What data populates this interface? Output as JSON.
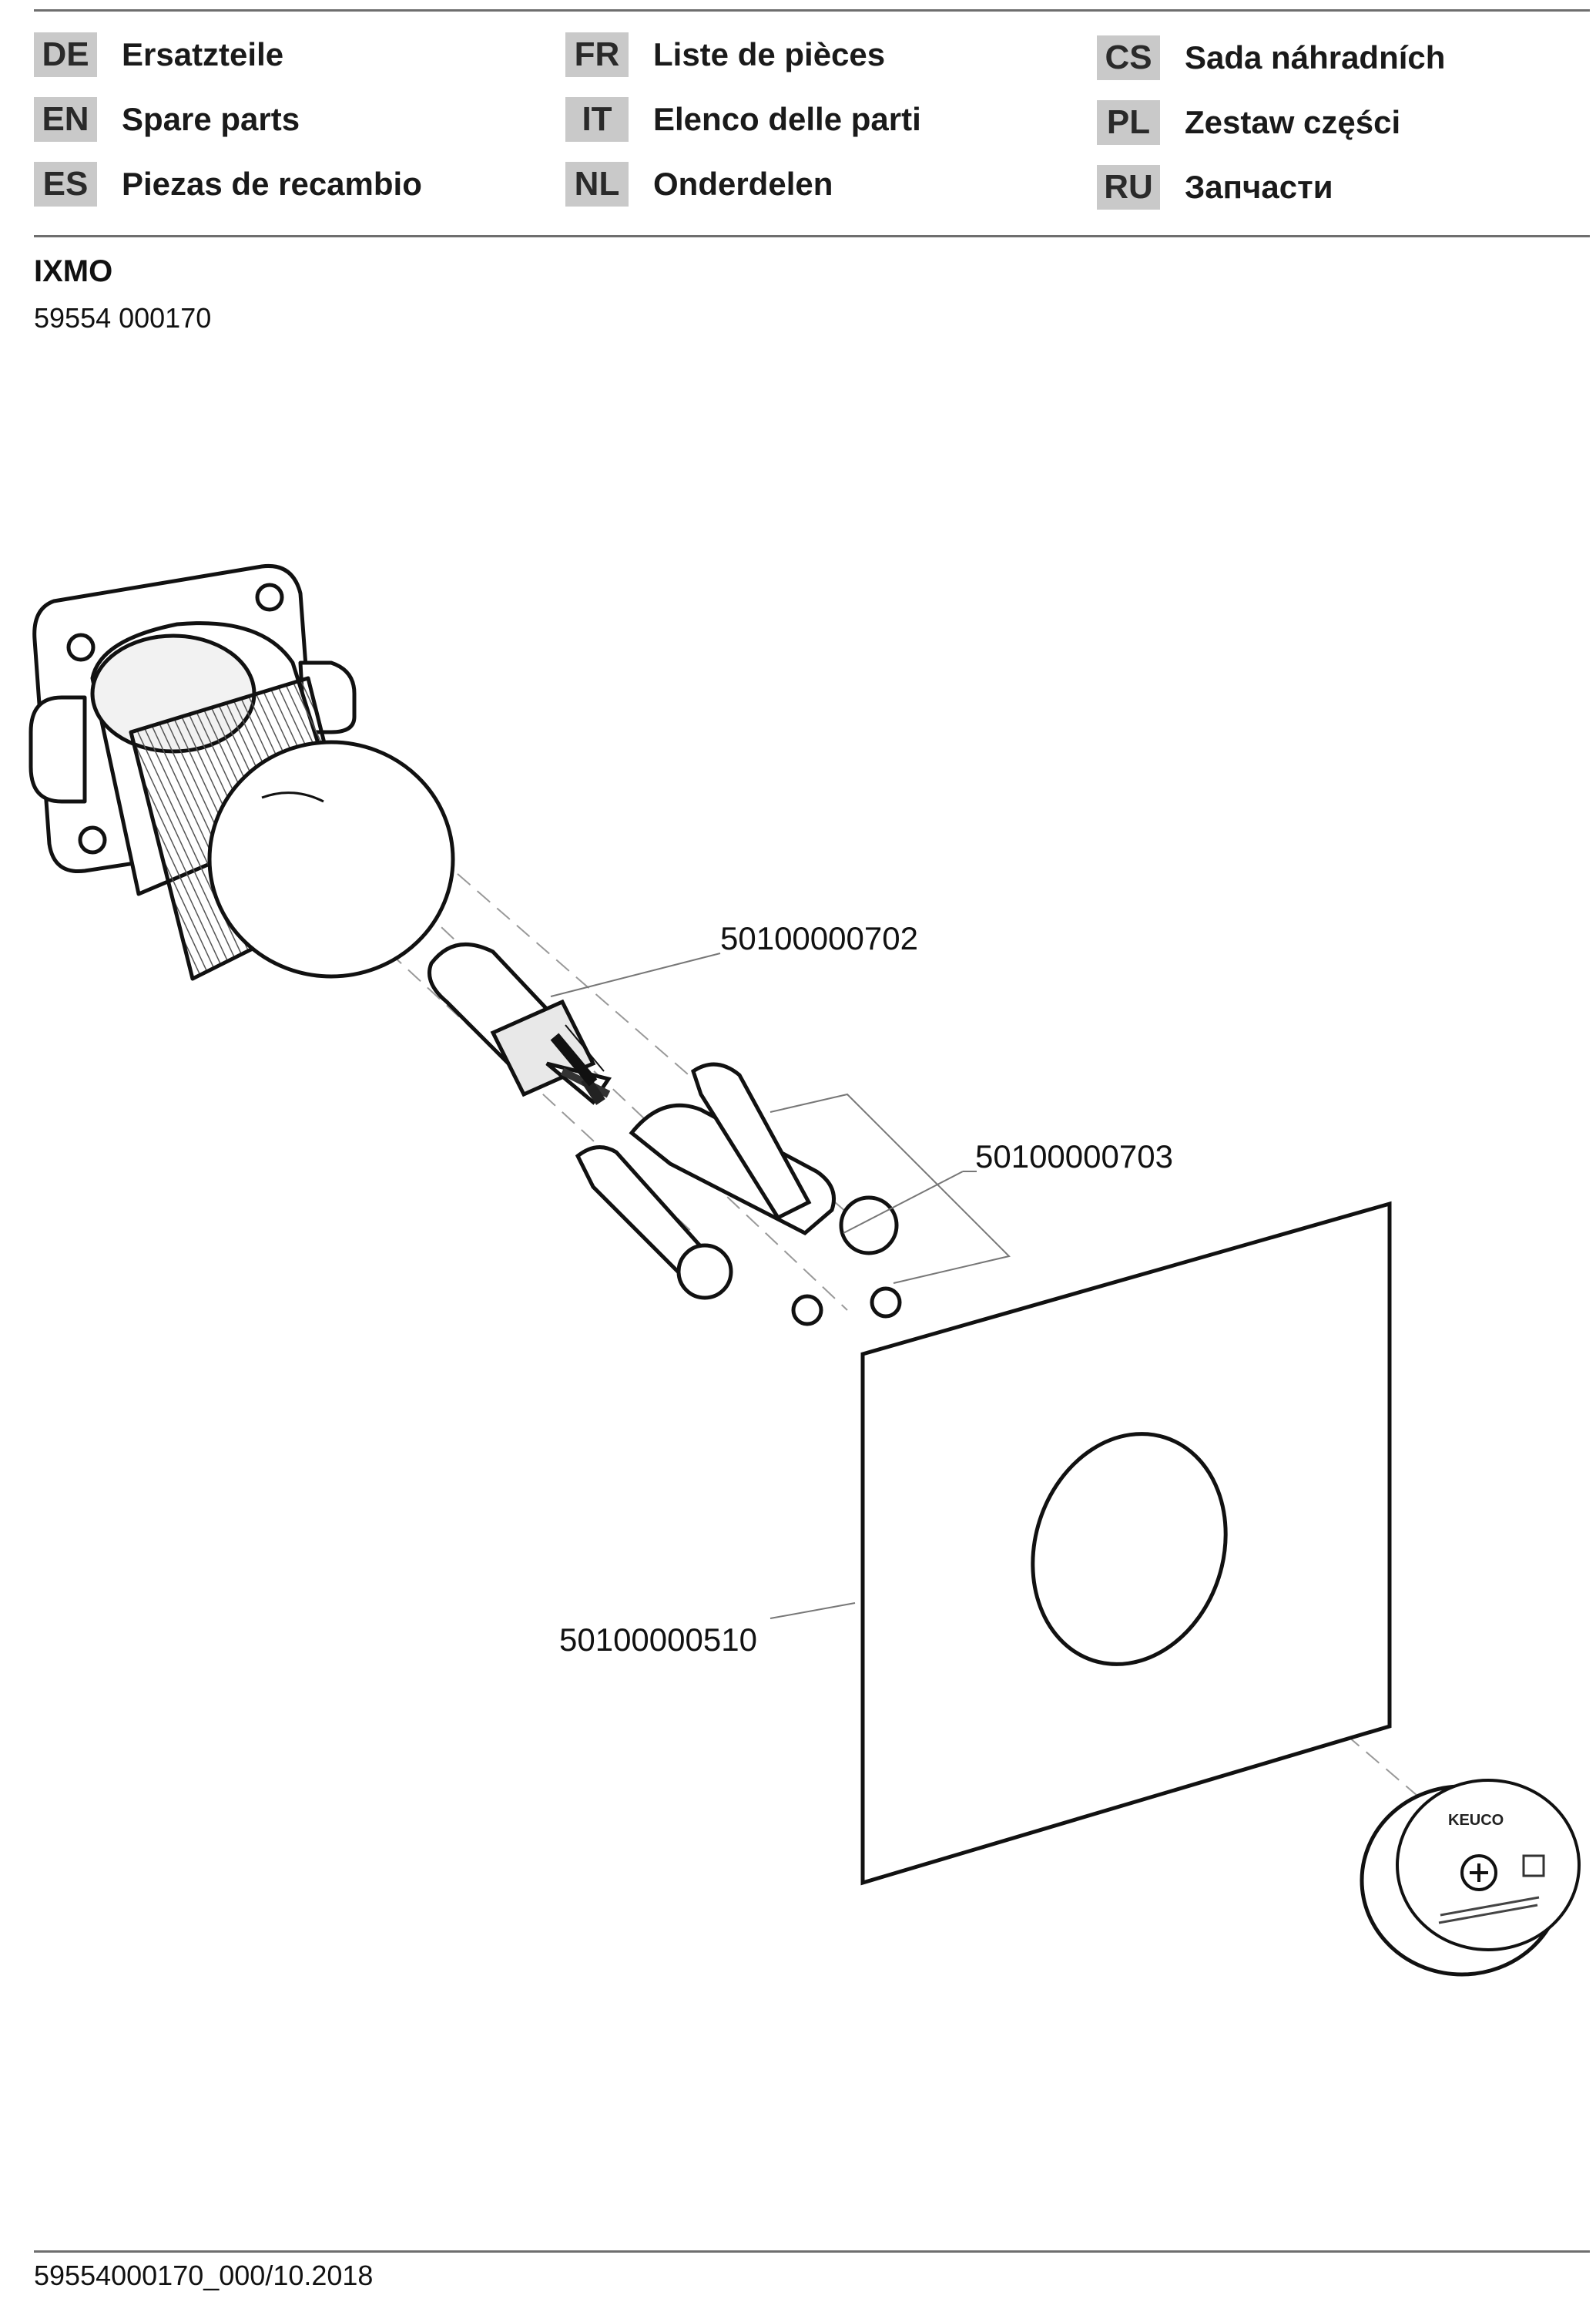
{
  "languages": [
    {
      "code": "DE",
      "label": "Ersatzteile"
    },
    {
      "code": "EN",
      "label": "Spare parts"
    },
    {
      "code": "ES",
      "label": "Piezas de recambio"
    },
    {
      "code": "FR",
      "label": "Liste de pièces"
    },
    {
      "code": "IT",
      "label": "Elenco delle parti"
    },
    {
      "code": "NL",
      "label": "Onderdelen"
    },
    {
      "code": "CS",
      "label": "Sada náhradních"
    },
    {
      "code": "PL",
      "label": "Zestaw części"
    },
    {
      "code": "RU",
      "label": "Запчасти"
    }
  ],
  "product": {
    "name": "IXMO",
    "number": "59554 000170"
  },
  "parts": {
    "cartridge": "50100000702",
    "spindle_set": "50100000703",
    "rosette": "50100000510"
  },
  "logo": {
    "brand": "KEUCO"
  },
  "footer": {
    "doc_code": "59554000170_000/10.2018"
  }
}
